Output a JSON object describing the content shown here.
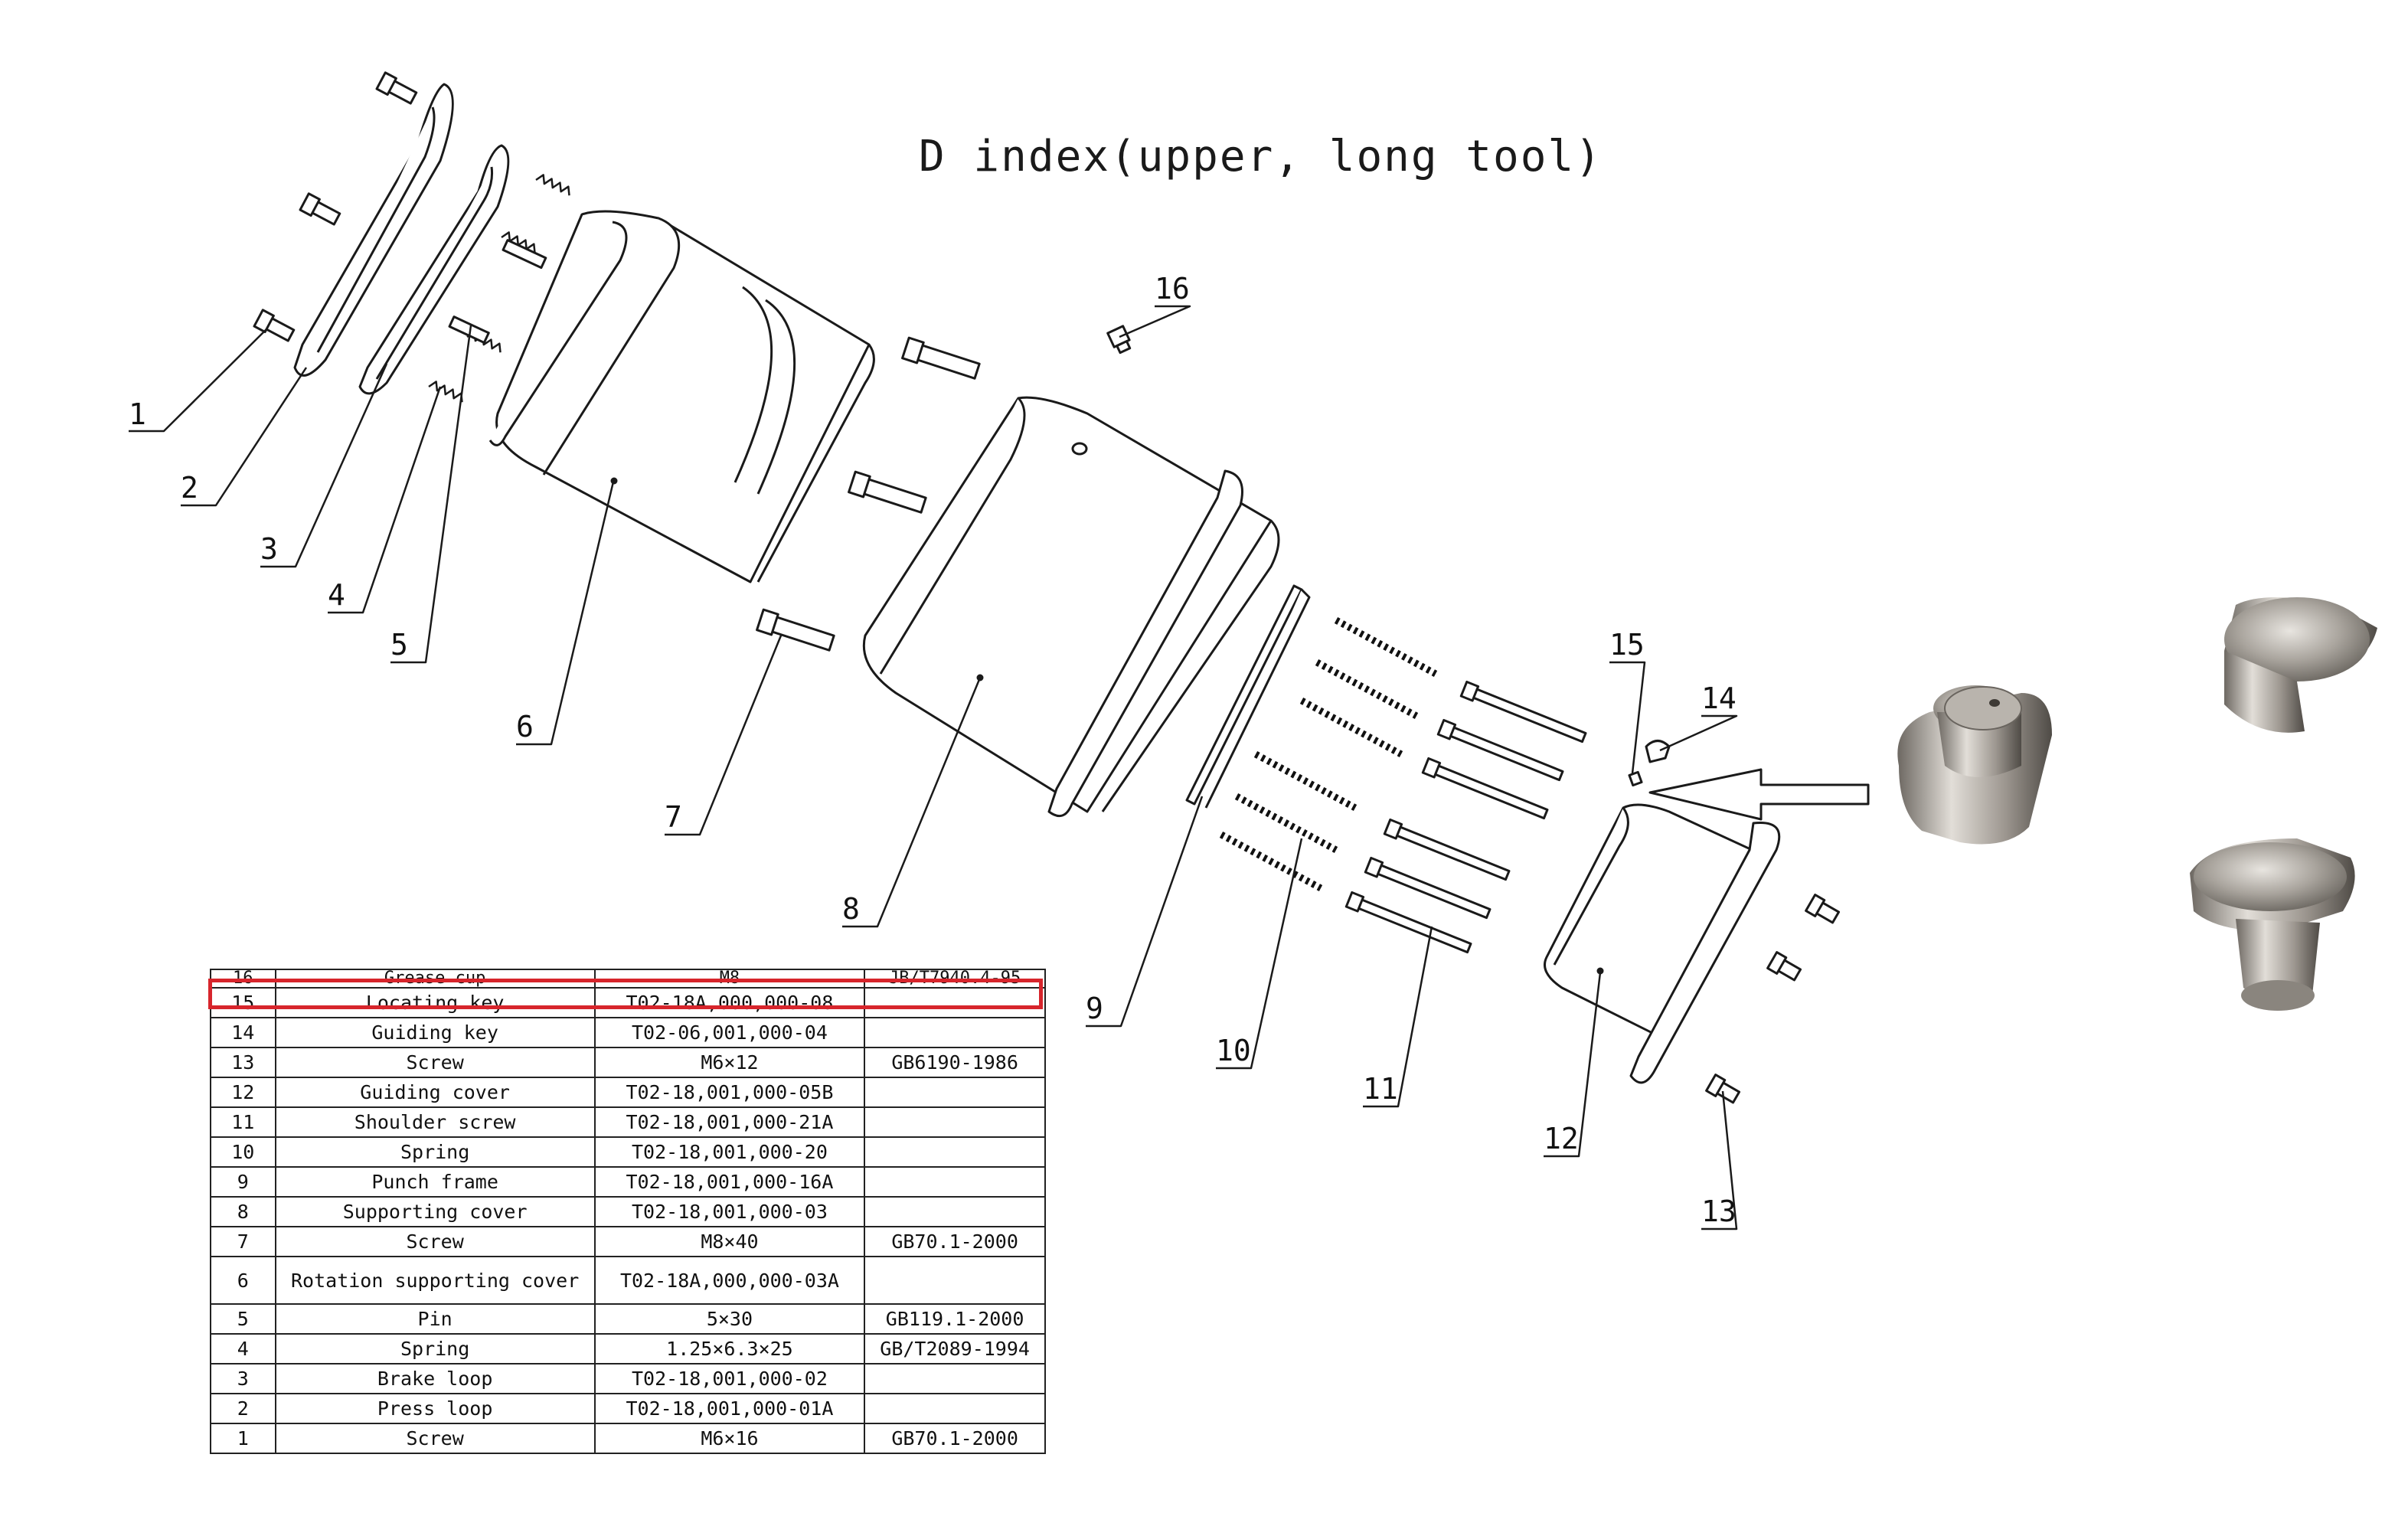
{
  "title": "D index(upper, long tool)",
  "callouts": [
    "1",
    "2",
    "3",
    "4",
    "5",
    "6",
    "7",
    "8",
    "9",
    "10",
    "11",
    "12",
    "13",
    "14",
    "15",
    "16"
  ],
  "parts_table": {
    "rows": [
      {
        "no": "16",
        "name": "Grease cup",
        "spec": "M8",
        "standard": "JB/T7940.4-95"
      },
      {
        "no": "15",
        "name": "Locating key",
        "spec": "T02-18A,000,000-08",
        "standard": ""
      },
      {
        "no": "14",
        "name": "Guiding key",
        "spec": "T02-06,001,000-04",
        "standard": ""
      },
      {
        "no": "13",
        "name": "Screw",
        "spec": "M6×12",
        "standard": "GB6190-1986"
      },
      {
        "no": "12",
        "name": "Guiding cover",
        "spec": "T02-18,001,000-05B",
        "standard": ""
      },
      {
        "no": "11",
        "name": "Shoulder screw",
        "spec": "T02-18,001,000-21A",
        "standard": ""
      },
      {
        "no": "10",
        "name": "Spring",
        "spec": "T02-18,001,000-20",
        "standard": ""
      },
      {
        "no": "9",
        "name": "Punch frame",
        "spec": "T02-18,001,000-16A",
        "standard": ""
      },
      {
        "no": "8",
        "name": "Supporting cover",
        "spec": "T02-18,001,000-03",
        "standard": ""
      },
      {
        "no": "7",
        "name": "Screw",
        "spec": "M8×40",
        "standard": "GB70.1-2000"
      },
      {
        "no": "6",
        "name": "Rotation supporting cover",
        "spec": "T02-18A,000,000-03A",
        "standard": ""
      },
      {
        "no": "5",
        "name": "Pin",
        "spec": "5×30",
        "standard": "GB119.1-2000"
      },
      {
        "no": "4",
        "name": "Spring",
        "spec": "1.25×6.3×25",
        "standard": "GB/T2089-1994"
      },
      {
        "no": "3",
        "name": "Brake loop",
        "spec": "T02-18,001,000-02",
        "standard": ""
      },
      {
        "no": "2",
        "name": "Press loop",
        "spec": "T02-18,001,000-01A",
        "standard": ""
      },
      {
        "no": "1",
        "name": "Screw",
        "spec": "M6×16",
        "standard": "GB70.1-2000"
      }
    ]
  },
  "colors": {
    "highlight": "#d7252c",
    "line": "#1a1a1a",
    "metal": "#9a9590"
  }
}
